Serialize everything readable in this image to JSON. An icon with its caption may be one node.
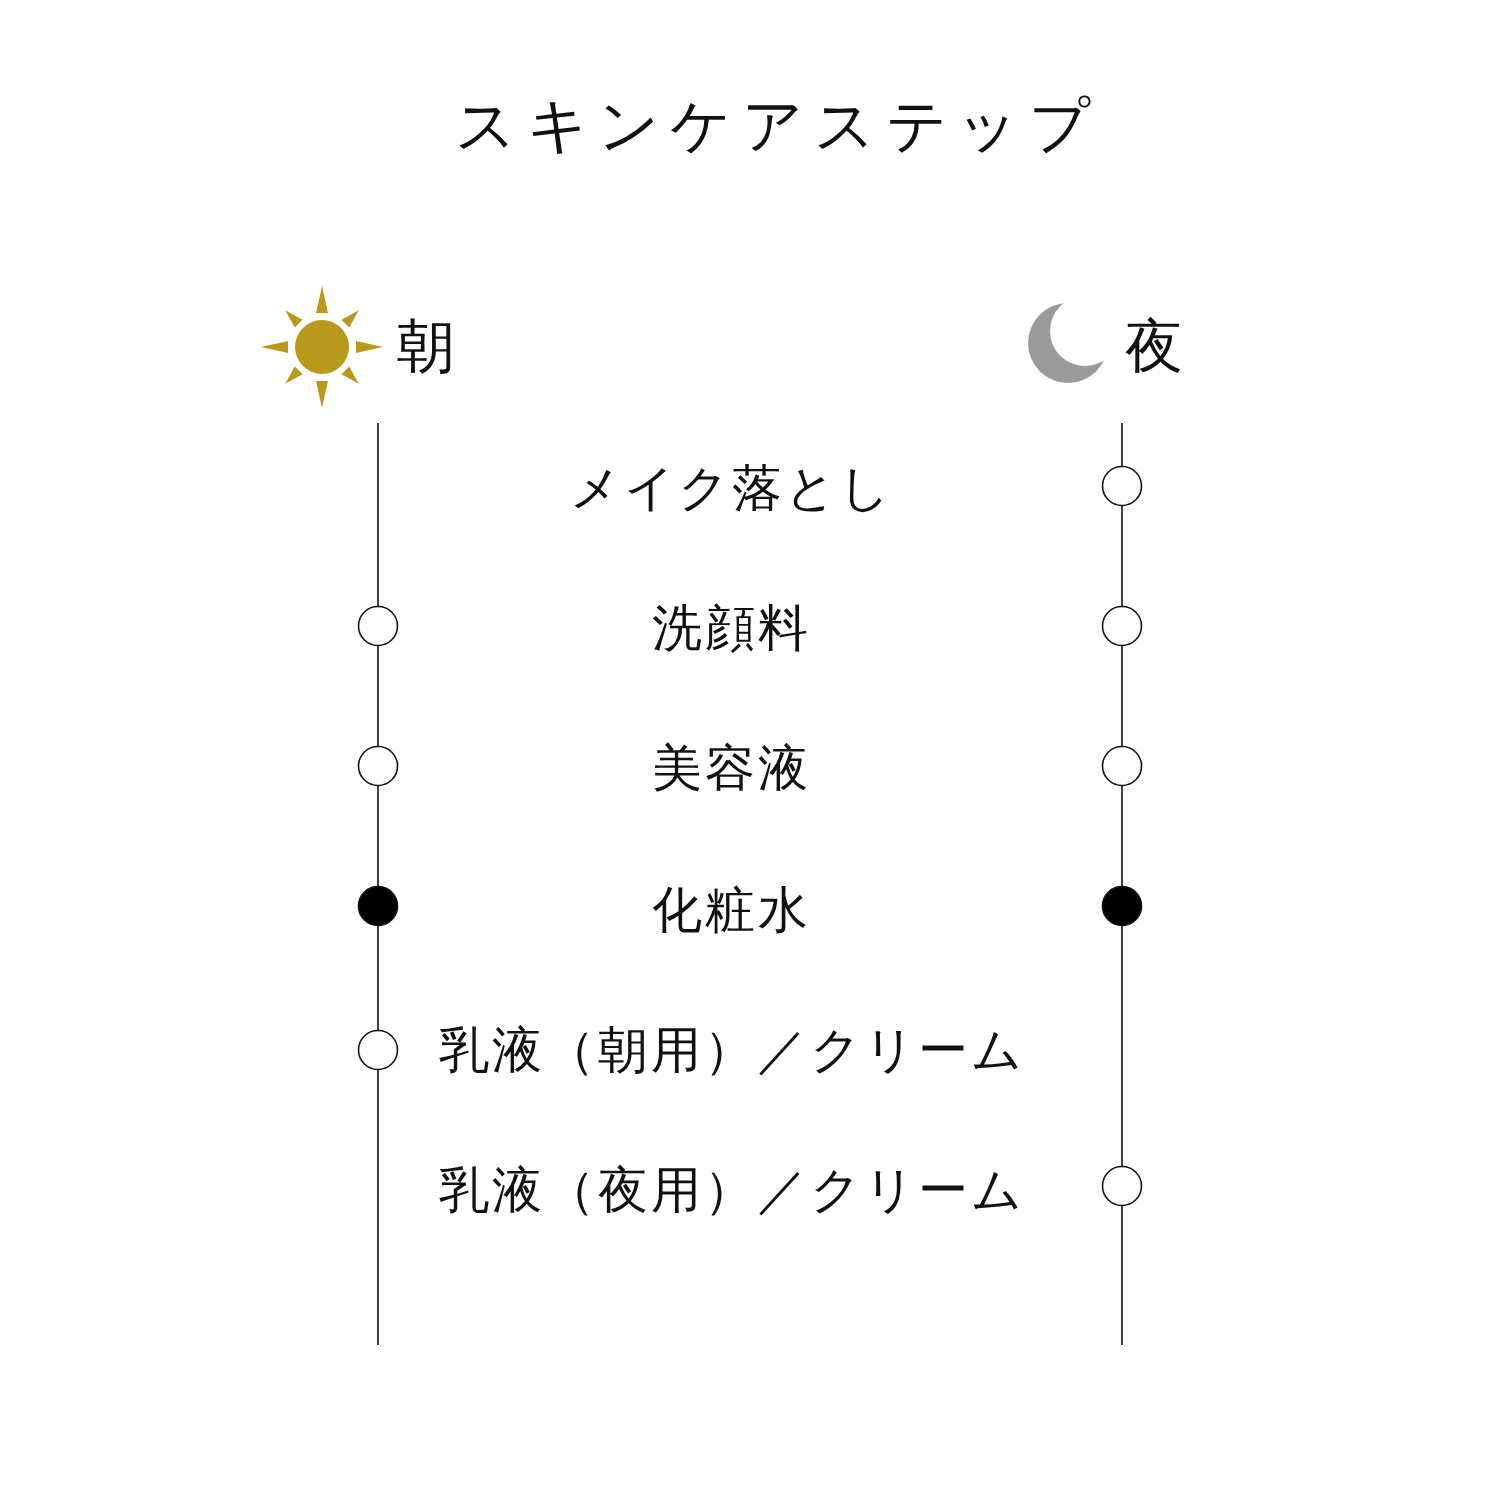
{
  "diagram": {
    "title": "スキンケアステップ",
    "nodes": [
      {
        "text": [],
        "shape": "circle"
      },
      {
        "text": [],
        "shape": "circle"
      },
      {
        "text": [],
        "shape": "circle"
      },
      {
        "text": [],
        "shape": "circle"
      },
      {
        "text": [],
        "shape": "circle"
      },
      {
        "text": [],
        "shape": "circle"
      },
      {
        "text": [],
        "shape": "circle"
      },
      {
        "text": [],
        "shape": "circle"
      },
      {
        "text": [],
        "shape": "circle"
      }
    ],
    "edges": [
      {
        "from": null,
        "to": 1,
        "arrow": "none"
      },
      {
        "from": 1,
        "to": 3,
        "arrow": "none"
      },
      {
        "from": 3,
        "to": 5,
        "arrow": "none"
      },
      {
        "from": 5,
        "to": 7,
        "arrow": "none"
      },
      {
        "from": 7,
        "to": null,
        "arrow": "none"
      },
      {
        "from": null,
        "to": 0,
        "arrow": "none"
      },
      {
        "from": 0,
        "to": 2,
        "arrow": "none"
      },
      {
        "from": 2,
        "to": 4,
        "arrow": "none"
      },
      {
        "from": 4,
        "to": 6,
        "arrow": "none"
      },
      {
        "from": 6,
        "to": 8,
        "arrow": "none"
      },
      {
        "from": 8,
        "to": null,
        "arrow": "none"
      }
    ],
    "labels": [
      "朝",
      "夜",
      "メイク落とし",
      "洗顔料",
      "美容液",
      "化粧水",
      "乳液（朝用）／クリーム",
      "乳液（夜用）／クリーム"
    ]
  }
}
